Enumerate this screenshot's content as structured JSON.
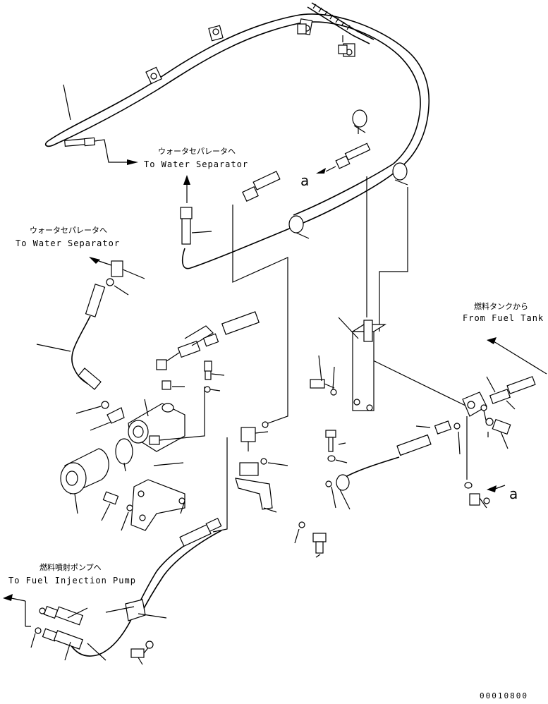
{
  "labels": {
    "water_sep_top_ja": "ウォータセパレータへ",
    "water_sep_top_en": "To Water Separator",
    "water_sep_left_ja": "ウォータセパレータへ",
    "water_sep_left_en": "To Water Separator",
    "fuel_tank_ja": "燃料タンクから",
    "fuel_tank_en": "From Fuel Tank",
    "injection_pump_ja": "燃料噴射ポンプへ",
    "injection_pump_en": "To Fuel Injection Pump",
    "ref_a_top": "a",
    "ref_a_bottom": "a",
    "drawing_code": "00010800"
  }
}
